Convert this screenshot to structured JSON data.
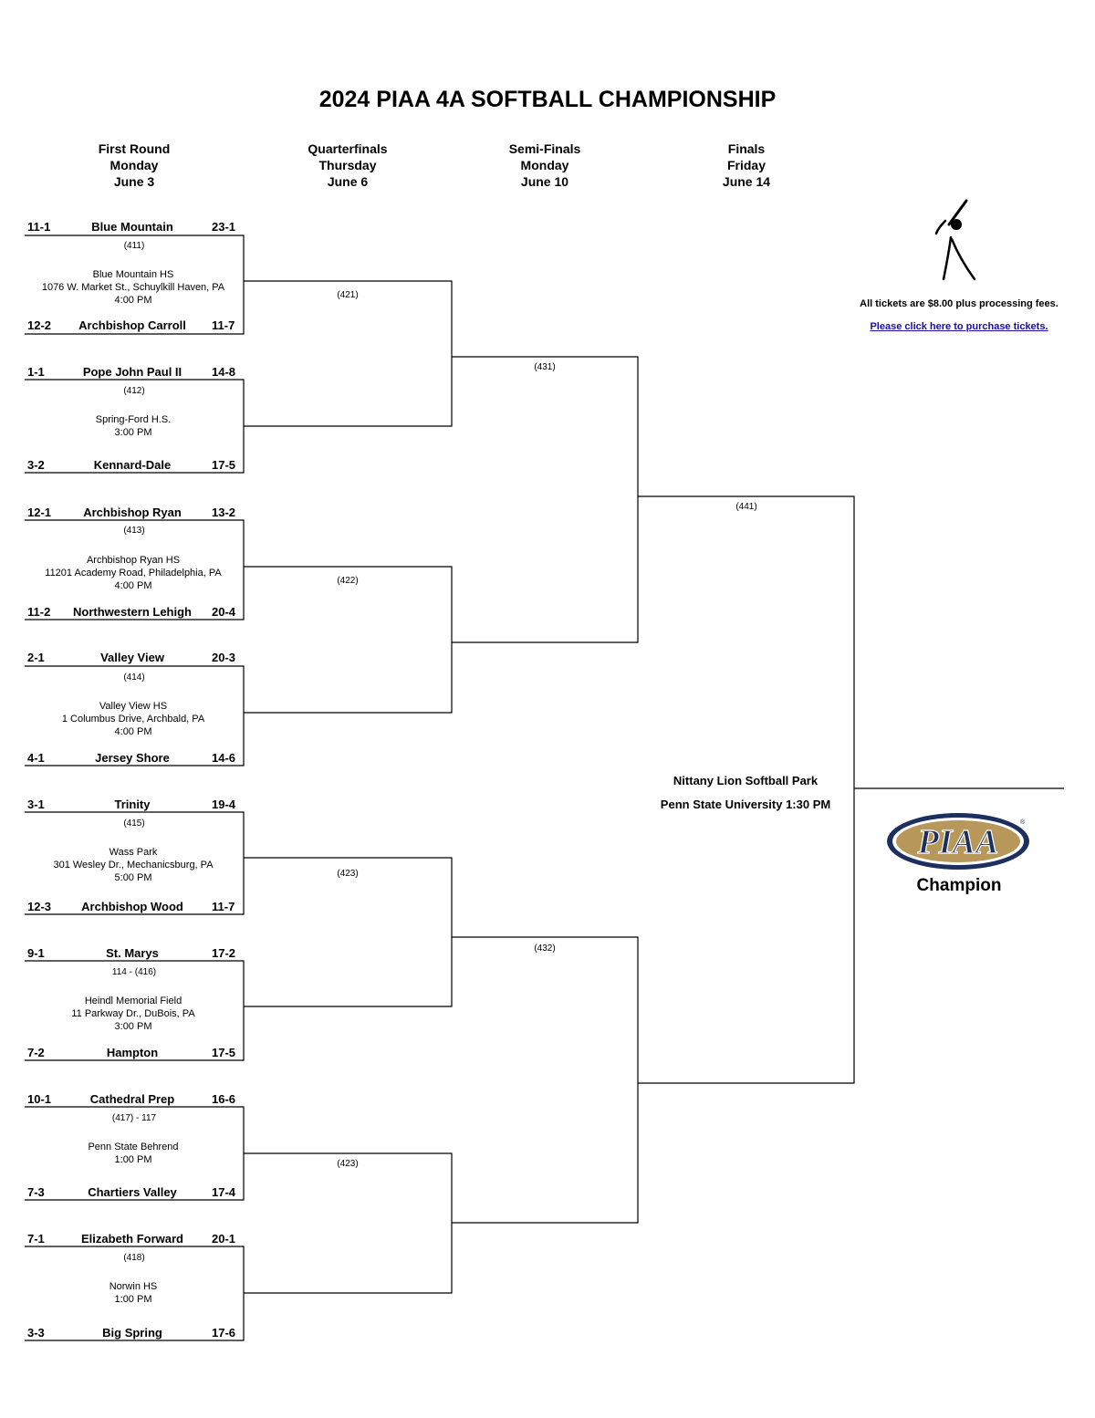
{
  "title": "2024 PIAA 4A SOFTBALL CHAMPIONSHIP",
  "rounds": [
    {
      "name": "First Round",
      "day": "Monday",
      "date": "June 3"
    },
    {
      "name": "Quarterfinals",
      "day": "Thursday",
      "date": "June 6"
    },
    {
      "name": "Semi-Finals",
      "day": "Monday",
      "date": "June 10"
    },
    {
      "name": "Finals",
      "day": "Friday",
      "date": "June 14"
    }
  ],
  "first_round": [
    {
      "game": "(411)",
      "top": {
        "seed": "11-1",
        "team": "Blue Mountain",
        "record": "23-1"
      },
      "venue": [
        "Blue Mountain HS",
        "1076 W. Market St., Schuylkill Haven, PA",
        "4:00 PM"
      ],
      "bottom": {
        "seed": "12-2",
        "team": "Archbishop Carroll",
        "record": "11-7"
      }
    },
    {
      "game": "(412)",
      "top": {
        "seed": "1-1",
        "team": "Pope John Paul II",
        "record": "14-8"
      },
      "venue": [
        "Spring-Ford H.S.",
        "3:00 PM"
      ],
      "bottom": {
        "seed": "3-2",
        "team": "Kennard-Dale",
        "record": "17-5"
      }
    },
    {
      "game": "(413)",
      "top": {
        "seed": "12-1",
        "team": "Archbishop Ryan",
        "record": "13-2"
      },
      "venue": [
        "Archbishop Ryan HS",
        "11201 Academy Road, Philadelphia, PA",
        "4:00 PM"
      ],
      "bottom": {
        "seed": "11-2",
        "team": "Northwestern Lehigh",
        "record": "20-4"
      }
    },
    {
      "game": "(414)",
      "top": {
        "seed": "2-1",
        "team": "Valley View",
        "record": "20-3"
      },
      "venue": [
        "Valley View HS",
        "1 Columbus Drive, Archbald, PA",
        "4:00 PM"
      ],
      "bottom": {
        "seed": "4-1",
        "team": "Jersey Shore",
        "record": "14-6"
      }
    },
    {
      "game": "(415)",
      "top": {
        "seed": "3-1",
        "team": "Trinity",
        "record": "19-4"
      },
      "venue": [
        "Wass Park",
        "301 Wesley Dr., Mechanicsburg, PA",
        "5:00 PM"
      ],
      "bottom": {
        "seed": "12-3",
        "team": "Archbishop Wood",
        "record": "11-7"
      }
    },
    {
      "game": "114 - (416)",
      "top": {
        "seed": "9-1",
        "team": "St. Marys",
        "record": "17-2"
      },
      "venue": [
        "Heindl Memorial Field",
        "11 Parkway Dr., DuBois, PA",
        "3:00 PM"
      ],
      "bottom": {
        "seed": "7-2",
        "team": "Hampton",
        "record": "17-5"
      }
    },
    {
      "game": "(417) - 117",
      "top": {
        "seed": "10-1",
        "team": "Cathedral Prep",
        "record": "16-6"
      },
      "venue": [
        "Penn State Behrend",
        "1:00 PM"
      ],
      "bottom": {
        "seed": "7-3",
        "team": "Chartiers Valley",
        "record": "17-4"
      }
    },
    {
      "game": "(418)",
      "top": {
        "seed": "7-1",
        "team": "Elizabeth Forward",
        "record": "20-1"
      },
      "venue": [
        "Norwin HS",
        "1:00 PM"
      ],
      "bottom": {
        "seed": "3-3",
        "team": "Big Spring",
        "record": "17-6"
      }
    }
  ],
  "quarterfinals": [
    "(421)",
    "(422)",
    "(423)",
    "(423)"
  ],
  "semifinals": [
    "(431)",
    "(432)"
  ],
  "final_game": "(441)",
  "final_location": {
    "line1": "Nittany Lion Softball Park",
    "line2": "Penn State University 1:30 PM"
  },
  "tickets": {
    "note": "All tickets are $8.00 plus processing fees.",
    "link": "Please click here to purchase tickets."
  },
  "logo": {
    "text": "PIAA",
    "icon": "piaa-logo"
  },
  "champion_label": "Champion",
  "colors": {
    "logo_navy": "#1c2f5e",
    "logo_gold": "#b8975a",
    "link_blue": "#1a0dab"
  }
}
